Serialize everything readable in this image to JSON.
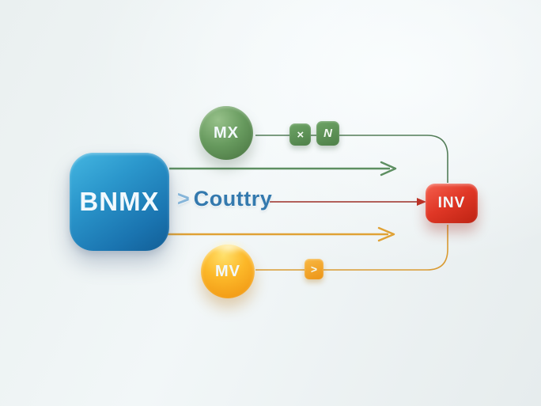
{
  "diagram": {
    "background": {
      "light": "#f2f7f8",
      "shade": "#e6eced"
    },
    "nodes": {
      "bnmx": {
        "label": "BNMX",
        "color": "#1f83bd"
      },
      "mx": {
        "label": "MX",
        "color": "#679a5e"
      },
      "mv": {
        "label": "MV",
        "color": "#f6a71b"
      },
      "inv": {
        "label": "INV",
        "color": "#d93322"
      }
    },
    "badges": {
      "green1": {
        "glyph": "×"
      },
      "green2": {
        "glyph": "N"
      },
      "orange": {
        "glyph": ">"
      }
    },
    "center_label": {
      "chevron": ">",
      "text": "Couttry",
      "text_color": "#3379ae",
      "chevron_color": "#85b5d9"
    },
    "connectors": {
      "green_line": "#537d58",
      "green_arrow": "#5d8f61",
      "red_line": "#a84a44",
      "red_arrowhead": "#bd3428",
      "orange_arrow": "#e0a235",
      "orange_line": "#d99b33"
    }
  }
}
